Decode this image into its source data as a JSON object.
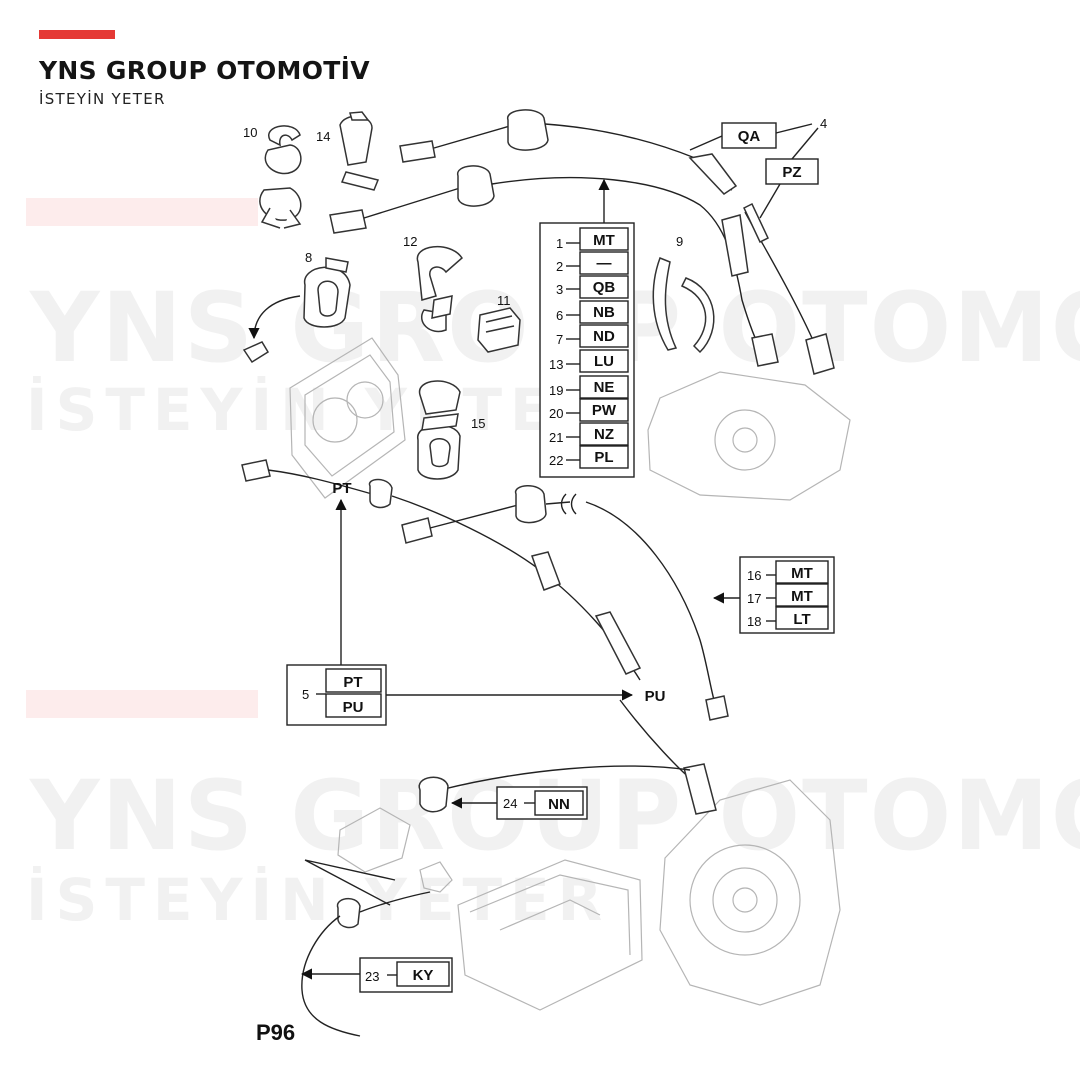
{
  "brand": {
    "title": "YNS GROUP OTOMOTİV",
    "subtitle": "İSTEYİN YETER"
  },
  "watermark": {
    "main": "YNS GROUP OTOMOTİV",
    "sub": "İSTEYİN YETER"
  },
  "part_numbers": [
    "10",
    "14",
    "8",
    "12",
    "11",
    "15",
    "9",
    "4"
  ],
  "top_labels": {
    "qa": "QA",
    "pz": "PZ"
  },
  "center_table": [
    {
      "num": "1",
      "code": "MT"
    },
    {
      "num": "2",
      "code": "—"
    },
    {
      "num": "3",
      "code": "QB"
    },
    {
      "num": "6",
      "code": "NB"
    },
    {
      "num": "7",
      "code": "ND"
    },
    {
      "num": "13",
      "code": "LU"
    },
    {
      "num": "19",
      "code": "NE"
    },
    {
      "num": "20",
      "code": "PW"
    },
    {
      "num": "21",
      "code": "NZ"
    },
    {
      "num": "22",
      "code": "PL"
    }
  ],
  "right_table": [
    {
      "num": "16",
      "code": "MT"
    },
    {
      "num": "17",
      "code": "MT"
    },
    {
      "num": "18",
      "code": "LT"
    }
  ],
  "pt_label": "PT",
  "pu_label": "PU",
  "left_table": {
    "num": "5",
    "rows": [
      "PT",
      "PU"
    ]
  },
  "box24": {
    "num": "24",
    "code": "NN"
  },
  "box23": {
    "num": "23",
    "code": "KY"
  },
  "page_code": "P96",
  "highlight_color": "#f28b8b",
  "brand_color": "#e53935"
}
